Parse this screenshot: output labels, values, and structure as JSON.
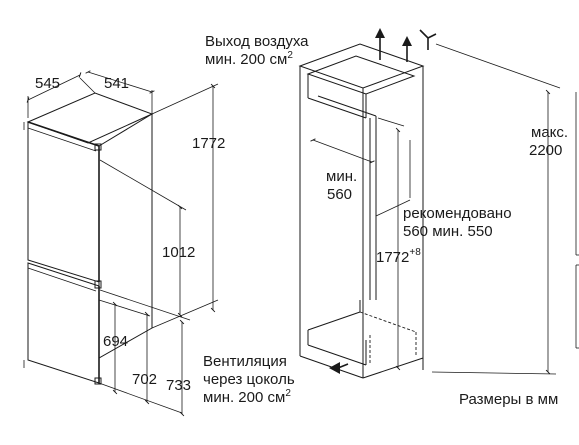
{
  "fridge": {
    "width": "545",
    "depth": "541",
    "height_total": "1772",
    "height_upper": "1012",
    "height_694": "694",
    "height_702": "702",
    "height_733": "733"
  },
  "airflow": {
    "outlet_label": "Выход воздуха",
    "outlet_min_prefix": "мин. 200 см",
    "outlet_min_exp": "2",
    "vent_label_1": "Вентиляция",
    "vent_label_2": "через цоколь",
    "vent_min_prefix": "мин. 200 см",
    "vent_min_exp": "2"
  },
  "niche": {
    "width_min_label": "мин.",
    "width_min_value": "560",
    "recommended_label": "рекомендовано",
    "recommended_value": "560 мин. 550",
    "height_value": "1772",
    "height_tolerance": "+8",
    "max_label": "макс.",
    "max_value": "2200"
  },
  "units_note": "Размеры в мм"
}
